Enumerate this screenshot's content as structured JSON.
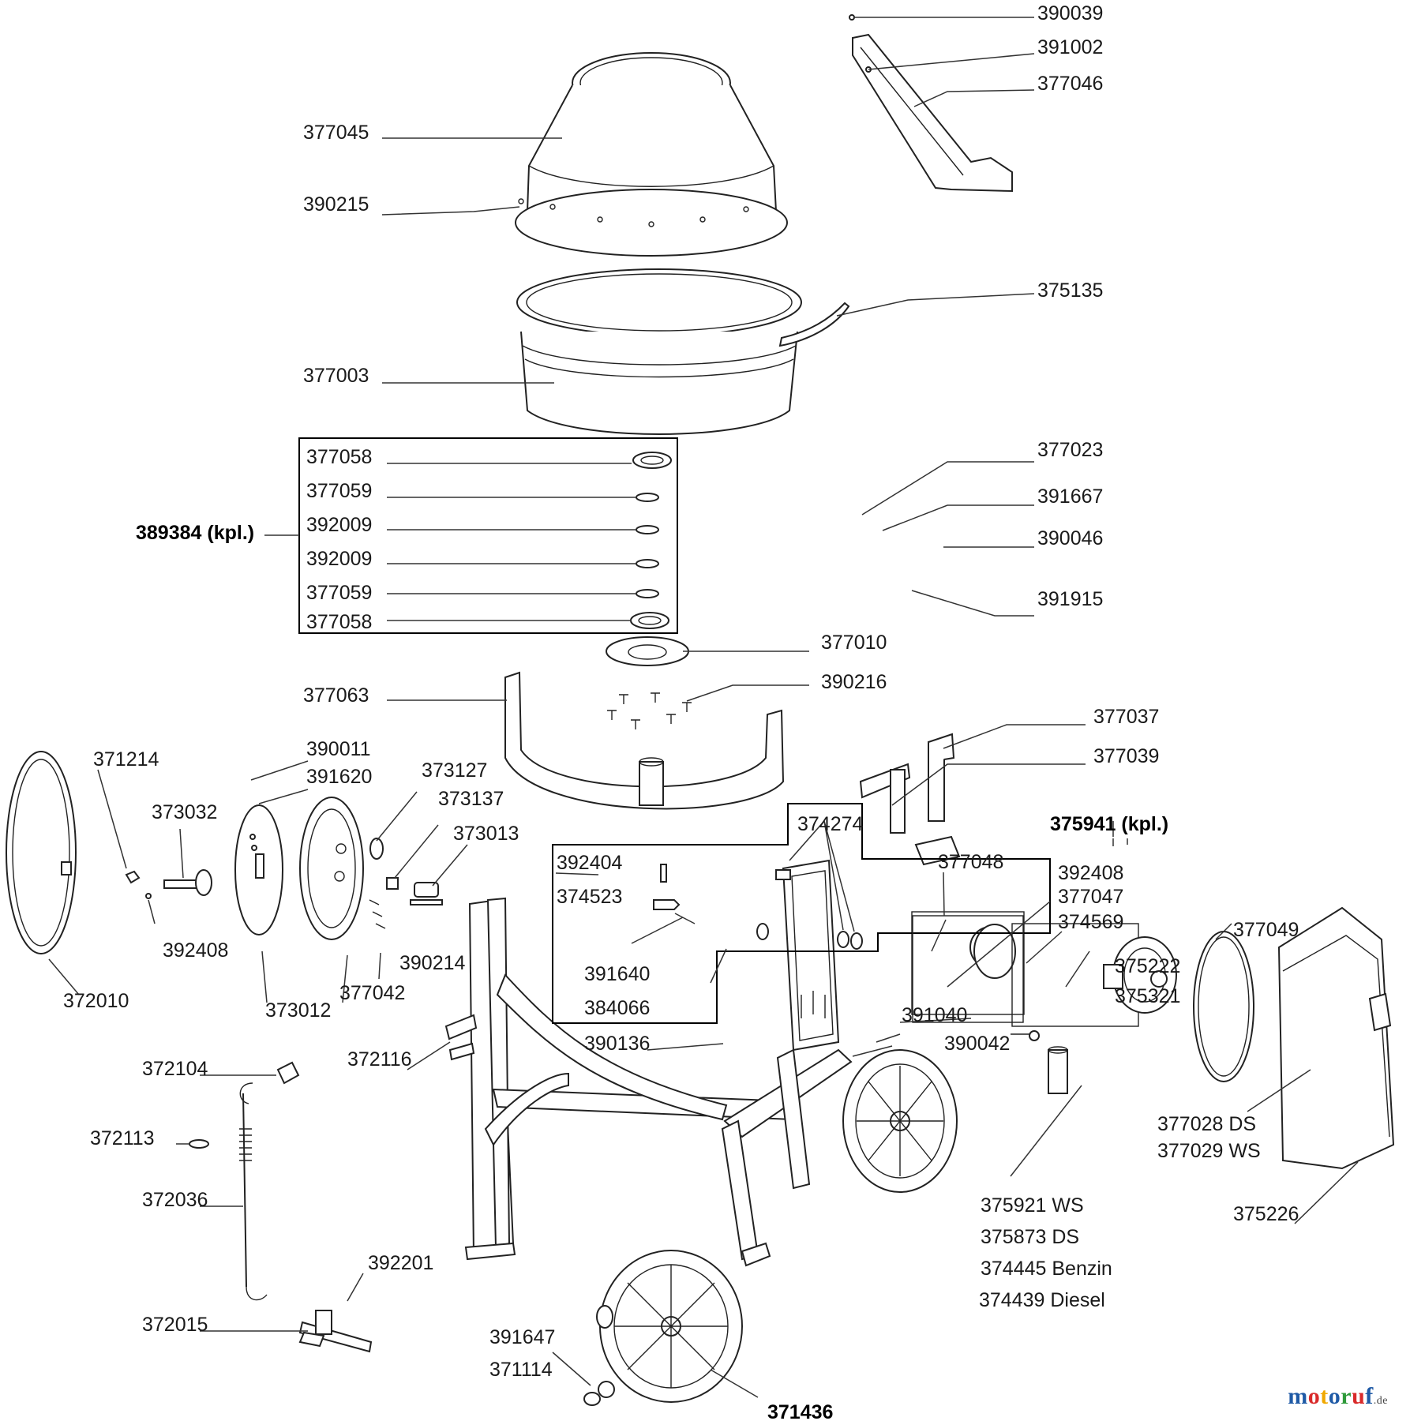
{
  "labels": {
    "l390039": "390039",
    "l391002": "391002",
    "l377046": "377046",
    "l377045": "377045",
    "l390215": "390215",
    "l375135": "375135",
    "l377003": "377003",
    "l377058a": "377058",
    "l377059a": "377059",
    "l392009a": "392009",
    "l392009b": "392009",
    "l377059b": "377059",
    "l377058b": "377058",
    "l389384": "389384 (kpl.)",
    "l377023": "377023",
    "l391667": "391667",
    "l390046": "390046",
    "l391915": "391915",
    "l377010": "377010",
    "l390216": "390216",
    "l377063": "377063",
    "l377037": "377037",
    "l377039": "377039",
    "l371214": "371214",
    "l390011": "390011",
    "l391620": "391620",
    "l373127": "373127",
    "l373137": "373137",
    "l373013": "373013",
    "l373032": "373032",
    "l374274": "374274",
    "l375941": "375941 (kpl.)",
    "l392404": "392404",
    "l374523": "374523",
    "l377048": "377048",
    "l392408a": "392408",
    "l377047": "377047",
    "l374569": "374569",
    "l377049": "377049",
    "l392408b": "392408",
    "l390214": "390214",
    "l391640": "391640",
    "l384066": "384066",
    "l375222": "375222",
    "l375321": "375321",
    "l372010": "372010",
    "l373012": "373012",
    "l377042": "377042",
    "l391040": "391040",
    "l390136": "390136",
    "l390042": "390042",
    "l372104": "372104",
    "l372116": "372116",
    "l372113": "372113",
    "l377028": "377028 DS",
    "l377029": "377029 WS",
    "l372036": "372036",
    "l375921": "375921 WS",
    "l375873": "375873 DS",
    "l374445": "374445 Benzin",
    "l374439": "374439 Diesel",
    "l375226": "375226",
    "l392201": "392201",
    "l372015": "372015",
    "l391647": "391647",
    "l371114": "371114",
    "l371436": "371436"
  },
  "brand": {
    "letters": [
      "m",
      "o",
      "t",
      "o",
      "r",
      "u",
      "f"
    ],
    "colors": [
      "#1f5aa6",
      "#d92a2a",
      "#f0a800",
      "#1f5aa6",
      "#2e9a3a",
      "#d92a2a",
      "#1f5aa6"
    ],
    "tld": ".de"
  }
}
